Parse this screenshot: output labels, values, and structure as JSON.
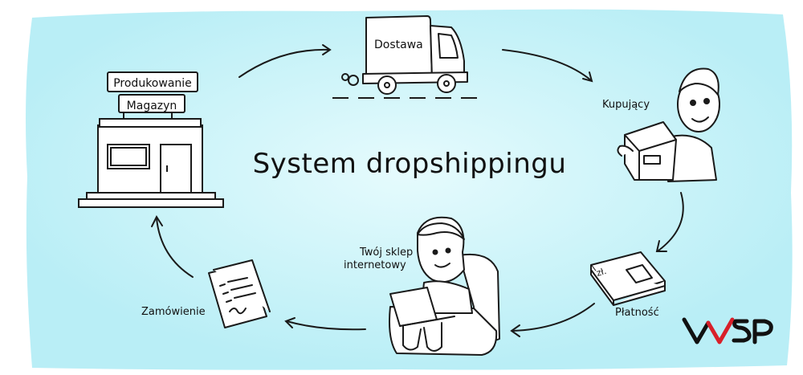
{
  "diagram": {
    "title": "System dropshippingu",
    "nodes": {
      "producer_sign_top": "Produkowanie",
      "producer_sign_bottom": "Magazyn",
      "delivery_truck": "Dostawa",
      "buyer": "Kupujący",
      "payment": "Płatność",
      "payment_money_label": "zł.",
      "shop_line1": "Twój sklep",
      "shop_line2": "internetowy",
      "order": "Zamówienie"
    }
  },
  "colors": {
    "background_blob": "#bff0f7",
    "background_center": "#e6fbfd",
    "ink": "#1a1a1a",
    "logo_red": "#d8202a"
  },
  "icons": [
    "shop-building-icon",
    "delivery-truck-icon",
    "buyer-with-box-icon",
    "money-stack-icon",
    "person-with-laptop-icon",
    "order-document-icon",
    "wsp-logo-icon"
  ]
}
